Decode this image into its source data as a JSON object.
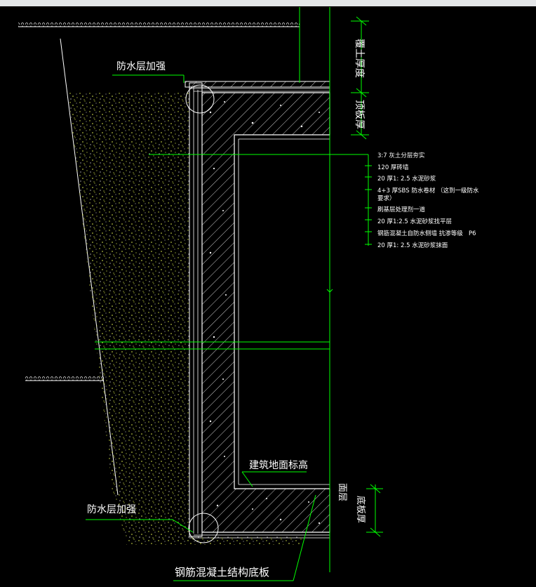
{
  "labels": {
    "waterproof_top": "防水层加强",
    "waterproof_bottom": "防水层加强",
    "floor_level": "建筑地面标高",
    "base_slab": "钢筋混凝土结构底板",
    "cover_soil": "覆土厚度",
    "roof_slab": "顶板厚",
    "floor_layers": "面层",
    "base_thick": "底板厚"
  },
  "layers": [
    "3:7  灰土分层夯实",
    "120  厚砖墙",
    "20  厚1: 2.5  水泥砂浆",
    "4+3  厚SBS  防水卷材  （这到一级防水",
    "要求）",
    "刷基层处理剂一道",
    "20  厚1:2.5   水泥砂浆找平层",
    "钢筋混凝土自防水侧墙 抗渗等级",
    "20  厚1: 2.5  水泥砂浆抹面"
  ],
  "grade_p6": "P6",
  "colors": {
    "background": "#000000",
    "dim_line": "#00ff00",
    "outline": "#ffffff",
    "soil_dots": "#d8e84a"
  }
}
